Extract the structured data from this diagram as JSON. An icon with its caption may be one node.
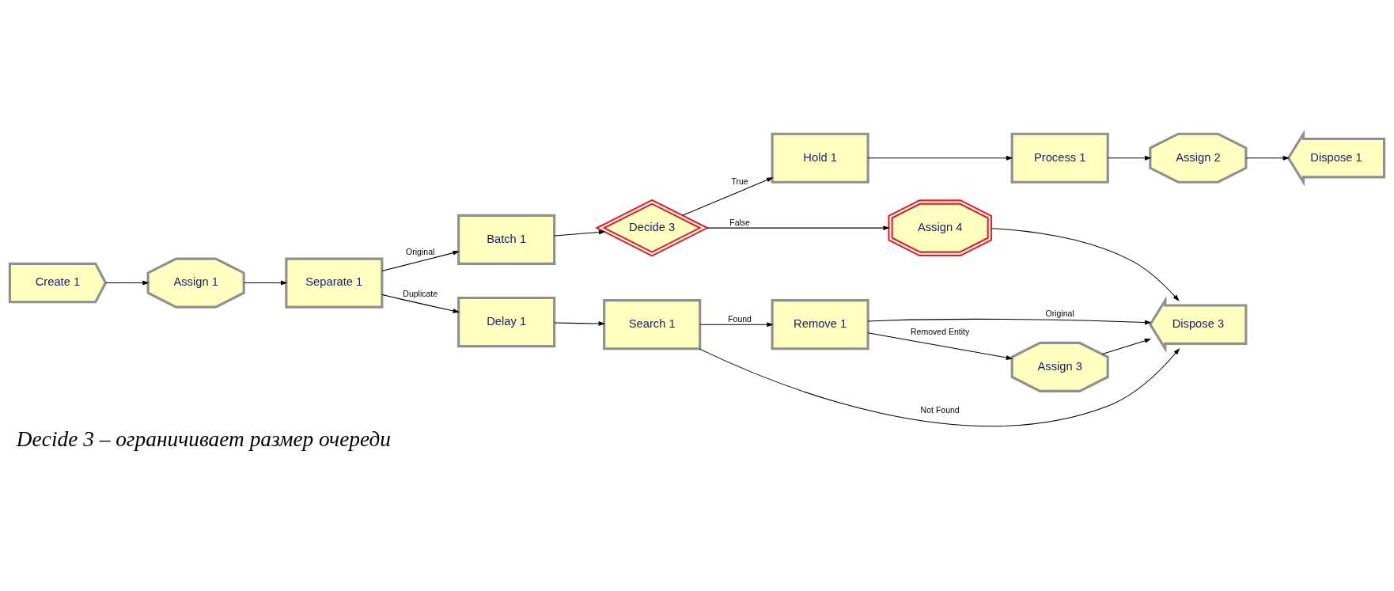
{
  "diagram": {
    "caption": "Decide 3 – ограничивает размер очереди",
    "nodes": [
      {
        "text": [
          "Create 1"
        ]
      },
      {
        "text": [
          "Separate 1"
        ]
      },
      {
        "text": [
          "Batch 1"
        ]
      },
      {
        "text": [
          "Decide 3"
        ]
      },
      {
        "text": [
          "Hold 1"
        ]
      },
      {
        "text": [
          "Process 1"
        ]
      },
      {
        "text": [
          "Dispose 1"
        ]
      },
      {
        "text": [
          "Assign 1"
        ]
      },
      {
        "text": [
          "Assign 4"
        ]
      },
      {
        "text": [
          "Assign 2"
        ]
      },
      {
        "text": [
          "Delay 1"
        ]
      },
      {
        "text": [
          "Search 1"
        ]
      },
      {
        "text": [
          "Remove 1"
        ]
      },
      {
        "text": [
          "Dispose 3"
        ]
      },
      {
        "text": [
          "Assign 3"
        ]
      }
    ],
    "edges": [
      {
        "from": 0,
        "to": 7,
        "arrow": "to"
      },
      {
        "from": 7,
        "to": 1,
        "arrow": "to"
      },
      {
        "from": 1,
        "to": 2,
        "arrow": "to",
        "label": "Original"
      },
      {
        "from": 1,
        "to": 10,
        "arrow": "to",
        "label": "Duplicate"
      },
      {
        "from": 2,
        "to": 3,
        "arrow": "to"
      },
      {
        "from": 3,
        "to": 4,
        "arrow": "to",
        "label": "True"
      },
      {
        "from": 3,
        "to": 8,
        "arrow": "to",
        "label": "False"
      },
      {
        "from": 4,
        "to": 5,
        "arrow": "to"
      },
      {
        "from": 5,
        "to": 9,
        "arrow": "to"
      },
      {
        "from": 9,
        "to": 6,
        "arrow": "to"
      },
      {
        "from": 8,
        "to": 13,
        "arrow": "to"
      },
      {
        "from": 10,
        "to": 11,
        "arrow": "to"
      },
      {
        "from": 11,
        "to": 12,
        "arrow": "to",
        "label": "Found"
      },
      {
        "from": 11,
        "to": 13,
        "arrow": "to",
        "label": "Not Found"
      },
      {
        "from": 12,
        "to": 13,
        "arrow": "to",
        "label": "Original"
      },
      {
        "from": 12,
        "to": 14,
        "arrow": "to",
        "label": "Removed Entity"
      },
      {
        "from": 14,
        "to": 13,
        "arrow": "to"
      }
    ]
  }
}
